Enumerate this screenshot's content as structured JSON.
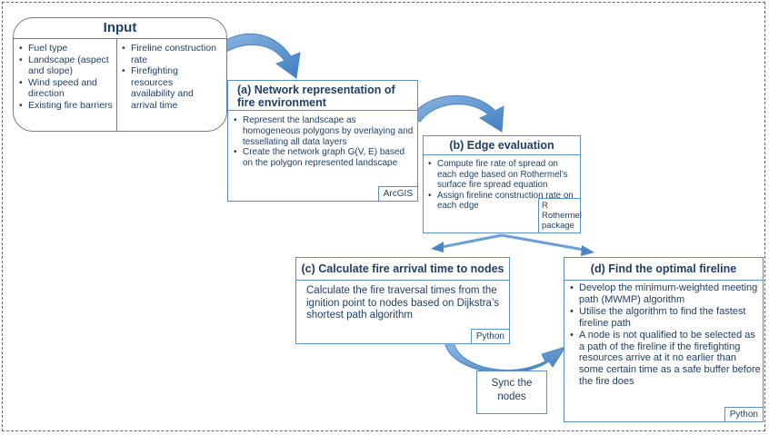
{
  "input": {
    "title": "Input",
    "left_items": [
      "Fuel type",
      "Landscape (aspect and slope)",
      "Wind speed and direction",
      "Existing fire barriers"
    ],
    "right_items": [
      "Fireline construction rate",
      "Firefighting resources availability and arrival time"
    ]
  },
  "box_a": {
    "title": "(a) Network representation of fire environment",
    "items": [
      "Represent the landscape as homogeneous polygons by overlaying and tessellating all data layers",
      "Create the network graph G(V, E) based on the polygon represented landscape"
    ],
    "tag": "ArcGIS"
  },
  "box_b": {
    "title": "(b) Edge evaluation",
    "items": [
      "Compute fire rate of spread on each edge based on Rothermel’s surface fire spread equation",
      "Assign fireline construction rate on each edge"
    ],
    "tag": "R Rothermel package"
  },
  "box_c": {
    "title": "(c) Calculate fire arrival time to nodes",
    "body": "Calculate the fire traversal times from the ignition point to nodes based on Dijkstra’s shortest path algorithm",
    "tag": "Python"
  },
  "box_d": {
    "title": "(d) Find the optimal fireline",
    "items": [
      "Develop the minimum-weighted meeting path (MWMP) algorithm",
      "Utilise the algorithm to find the fastest fireline path",
      "A node is not qualified to be selected as a path of the fireline if the firefighting resources arrive at it no earlier than some certain time as a safe buffer before the fire does"
    ],
    "tag": "Python"
  },
  "sync": {
    "label": "Sync the nodes"
  },
  "colors": {
    "border": "#5b8ec3",
    "arrow": "#6a9fd4",
    "text": "#1f3f66"
  }
}
